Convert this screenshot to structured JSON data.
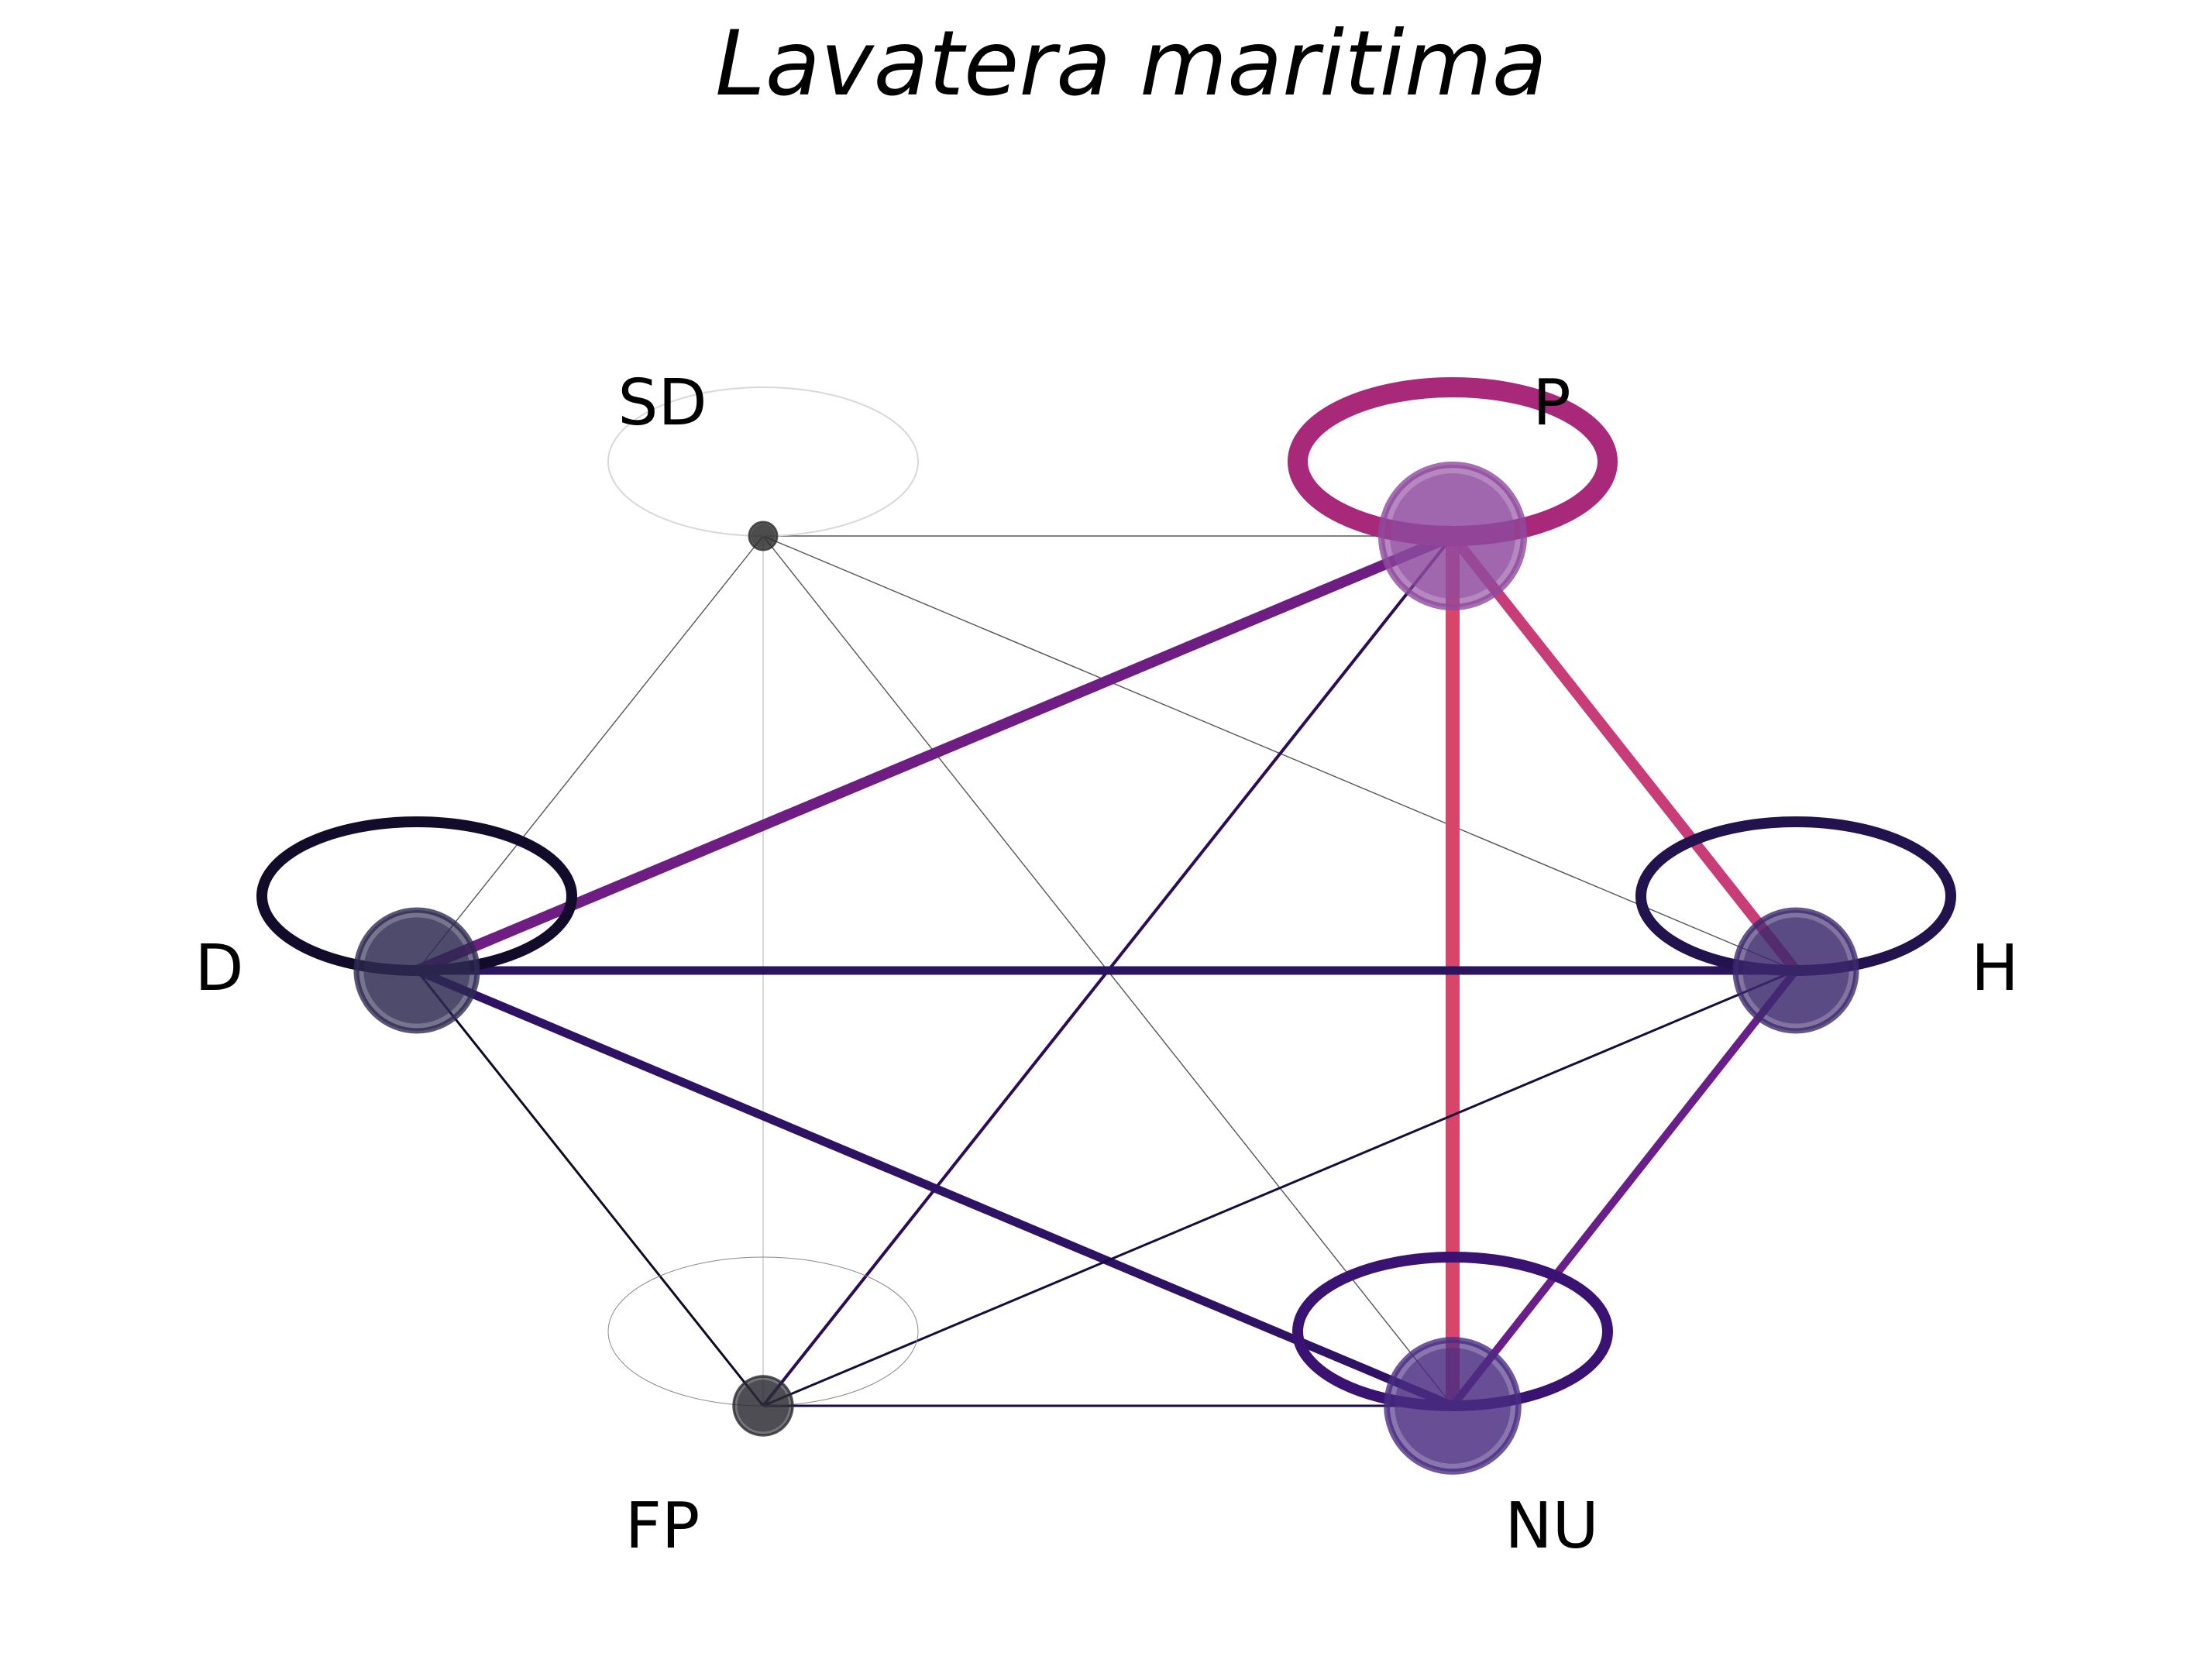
{
  "title": "Lavatera maritima",
  "nodes": [
    {
      "id": "SD",
      "label": "SD",
      "color": "#2b2b2b",
      "self_loop_color": "#d8d8d8"
    },
    {
      "id": "P",
      "label": "P",
      "color": "#8e4a9e",
      "self_loop_color": "#a8287a"
    },
    {
      "id": "D",
      "label": "D",
      "color": "#2e2a52",
      "self_loop_color": "#120c2a"
    },
    {
      "id": "H",
      "label": "H",
      "color": "#3d2a6e",
      "self_loop_color": "#22124e"
    },
    {
      "id": "FP",
      "label": "FP",
      "color": "#2b2b33",
      "self_loop_color": "#8a8a8a"
    },
    {
      "id": "NU",
      "label": "NU",
      "color": "#4a2d82",
      "self_loop_color": "#3a1272"
    }
  ],
  "edges": [
    {
      "from": "SD",
      "to": "P",
      "color": "#555555"
    },
    {
      "from": "SD",
      "to": "D",
      "color": "#555555"
    },
    {
      "from": "SD",
      "to": "H",
      "color": "#555555"
    },
    {
      "from": "SD",
      "to": "NU",
      "color": "#555555"
    },
    {
      "from": "SD",
      "to": "FP",
      "color": "#c8c8c8"
    },
    {
      "from": "P",
      "to": "D",
      "color": "#6e1e82"
    },
    {
      "from": "P",
      "to": "NU",
      "color": "#d8456a"
    },
    {
      "from": "P",
      "to": "H",
      "color": "#c83c78"
    },
    {
      "from": "P",
      "to": "FP",
      "color": "#2a0c5a"
    },
    {
      "from": "D",
      "to": "H",
      "color": "#2a1460"
    },
    {
      "from": "D",
      "to": "NU",
      "color": "#2e1264"
    },
    {
      "from": "D",
      "to": "FP",
      "color": "#100a24"
    },
    {
      "from": "H",
      "to": "NU",
      "color": "#6a1e8a"
    },
    {
      "from": "H",
      "to": "FP",
      "color": "#180c3e"
    },
    {
      "from": "FP",
      "to": "NU",
      "color": "#1a0c40"
    }
  ]
}
